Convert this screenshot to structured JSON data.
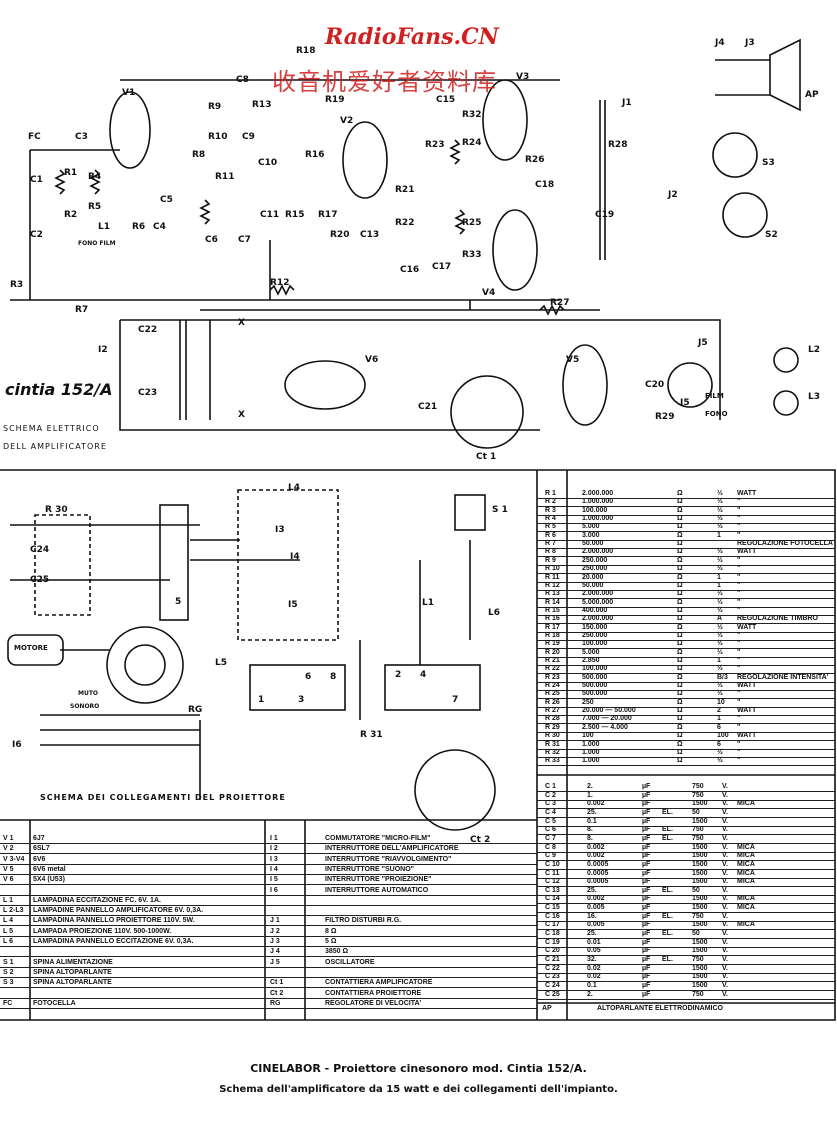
{
  "watermark": {
    "site": "RadioFans.CN",
    "chinese": "收音机爱好者资料库"
  },
  "schematic": {
    "title": "cintia 152/A",
    "subtitle1": "SCHEMA ELETTRICO",
    "subtitle2": "DELL AMPLIFICATORE",
    "labels": [
      "V1",
      "V2",
      "V3",
      "V4",
      "V5",
      "V6",
      "FC",
      "C3",
      "R1",
      "R2",
      "R4",
      "R5",
      "L1",
      "FONO FILM",
      "C1",
      "C2",
      "R3",
      "R7",
      "R6",
      "C4",
      "C5",
      "R8",
      "R9",
      "R10",
      "R11",
      "C6",
      "C7",
      "C8",
      "C9",
      "C10",
      "R13",
      "R18",
      "C11",
      "R15",
      "R16",
      "R17",
      "R19",
      "R20",
      "C13",
      "R21",
      "R22",
      "C16",
      "R23",
      "R24",
      "C15",
      "R32",
      "R26",
      "C18",
      "R25",
      "C17",
      "R33",
      "R12",
      "R27",
      "R28",
      "C19",
      "J1",
      "J2",
      "J3",
      "J4",
      "AP",
      "S3",
      "S2",
      "C22",
      "C23",
      "I2",
      "C21",
      "Ct 1",
      "J5",
      "C20",
      "R29",
      "FILM",
      "FONO",
      "I5",
      "L2",
      "L3",
      "X",
      "X"
    ]
  },
  "connections": {
    "title": "SCHEMA DEI COLLEGAMENTI DEL PROIETTORE",
    "labels": [
      "R 30",
      "C24",
      "C25",
      "MOTORE",
      "RG",
      "MUTO",
      "SONORO",
      "I6",
      "L4",
      "I3",
      "I4",
      "I5",
      "L5",
      "L1",
      "L6",
      "S 1",
      "R 31",
      "Ct 2",
      "1",
      "2",
      "3",
      "4",
      "5",
      "6",
      "7",
      "8"
    ]
  },
  "parts_table": {
    "resistors": [
      [
        "R 1",
        "2.000.000",
        "Ω",
        "½",
        "WATT"
      ],
      [
        "R 2",
        "1.000.000",
        "Ω",
        "½",
        "\""
      ],
      [
        "R 3",
        "100.000",
        "Ω",
        "½",
        "\""
      ],
      [
        "R 4",
        "1.000.000",
        "Ω",
        "½",
        "\""
      ],
      [
        "R 5",
        "5.000",
        "Ω",
        "½",
        "\""
      ],
      [
        "R 6",
        "3.000",
        "Ω",
        "1",
        "\""
      ],
      [
        "R 7",
        "50.000",
        "Ω",
        "",
        "REGOLAZIONE FOTOCELLA"
      ],
      [
        "R 8",
        "2.000.000",
        "Ω",
        "½",
        "WATT"
      ],
      [
        "R 9",
        "250.000",
        "Ω",
        "½",
        "\""
      ],
      [
        "R 10",
        "250.000",
        "Ω",
        "½",
        "\""
      ],
      [
        "R 11",
        "20.000",
        "Ω",
        "1",
        "\""
      ],
      [
        "R 12",
        "50.000",
        "Ω",
        "1",
        "\""
      ],
      [
        "R 13",
        "2.000.000",
        "Ω",
        "½",
        "\""
      ],
      [
        "R 14",
        "5.000.000",
        "Ω",
        "½",
        "\""
      ],
      [
        "R 15",
        "400.000",
        "Ω",
        "½",
        "\""
      ],
      [
        "R 16",
        "2.000.000",
        "Ω",
        "A",
        "REGOLAZIONE TIMBRO"
      ],
      [
        "R 17",
        "150.000",
        "Ω",
        "½",
        "WATT"
      ],
      [
        "R 18",
        "250.000",
        "Ω",
        "½",
        "\""
      ],
      [
        "R 19",
        "100.000",
        "Ω",
        "½",
        "\""
      ],
      [
        "R 20",
        "5.000",
        "Ω",
        "½",
        "\""
      ],
      [
        "R 21",
        "2.850",
        "Ω",
        "1",
        "\""
      ],
      [
        "R 22",
        "100.000",
        "Ω",
        "½",
        "\""
      ],
      [
        "R 23",
        "500.000",
        "Ω",
        "B/3",
        "REGOLAZIONE INTENSITA'"
      ],
      [
        "R 24",
        "500.000",
        "Ω",
        "½",
        "WATT"
      ],
      [
        "R 25",
        "500.000",
        "Ω",
        "½",
        "\""
      ],
      [
        "R 26",
        "250",
        "Ω",
        "10",
        "\""
      ],
      [
        "R 27",
        "20.000 — 50.000",
        "Ω",
        "2",
        "WATT"
      ],
      [
        "R 28",
        "7.000 — 20.000",
        "Ω",
        "1",
        "\""
      ],
      [
        "R 29",
        "2.500 — 4.000",
        "Ω",
        "6",
        "\""
      ],
      [
        "R 30",
        "100",
        "Ω",
        "100",
        "WATT"
      ],
      [
        "R 31",
        "1.000",
        "Ω",
        "6",
        "\""
      ],
      [
        "R 32",
        "1.000",
        "Ω",
        "½",
        "\""
      ],
      [
        "R 33",
        "1.000",
        "Ω",
        "½",
        "\""
      ]
    ],
    "capacitors": [
      [
        "C 1",
        "2.",
        "µF",
        "",
        "750",
        "V.",
        ""
      ],
      [
        "C 2",
        "1.",
        "µF",
        "",
        "750",
        "V.",
        ""
      ],
      [
        "C 3",
        "0.002",
        "µF",
        "",
        "1500",
        "V.",
        "MICA"
      ],
      [
        "C 4",
        "25.",
        "µF",
        "EL.",
        "50",
        "V.",
        ""
      ],
      [
        "C 5",
        "0.1",
        "µF",
        "",
        "1500",
        "V.",
        ""
      ],
      [
        "C 6",
        "8.",
        "µF",
        "EL.",
        "750",
        "V.",
        ""
      ],
      [
        "C 7",
        "8.",
        "µF",
        "EL.",
        "750",
        "V.",
        ""
      ],
      [
        "C 8",
        "0.002",
        "µF",
        "",
        "1500",
        "V.",
        "MICA"
      ],
      [
        "C 9",
        "0.002",
        "µF",
        "",
        "1500",
        "V.",
        "MICA"
      ],
      [
        "C 10",
        "0.0005",
        "µF",
        "",
        "1500",
        "V.",
        "MICA"
      ],
      [
        "C 11",
        "0.0005",
        "µF",
        "",
        "1500",
        "V.",
        "MICA"
      ],
      [
        "C 12",
        "0.0005",
        "µF",
        "",
        "1500",
        "V.",
        "MICA"
      ],
      [
        "C 13",
        "25.",
        "µF",
        "EL.",
        "50",
        "V.",
        ""
      ],
      [
        "C 14",
        "0.002",
        "µF",
        "",
        "1500",
        "V.",
        "MICA"
      ],
      [
        "C 15",
        "0.005",
        "µF",
        "",
        "1500",
        "V.",
        "MICA"
      ],
      [
        "C 16",
        "16.",
        "µF",
        "EL.",
        "750",
        "V.",
        ""
      ],
      [
        "C 17",
        "0.005",
        "µF",
        "",
        "1500",
        "V.",
        "MICA"
      ],
      [
        "C 18",
        "25.",
        "µF",
        "EL.",
        "50",
        "V.",
        ""
      ],
      [
        "C 19",
        "0.01",
        "µF",
        "",
        "1500",
        "V.",
        ""
      ],
      [
        "C 20",
        "0.05",
        "µF",
        "",
        "1500",
        "V.",
        ""
      ],
      [
        "C 21",
        "32.",
        "µF",
        "EL.",
        "750",
        "V.",
        ""
      ],
      [
        "C 22",
        "0.02",
        "µF",
        "",
        "1500",
        "V.",
        ""
      ],
      [
        "C 23",
        "0.02",
        "µF",
        "",
        "1500",
        "V.",
        ""
      ],
      [
        "C 24",
        "0.1",
        "µF",
        "",
        "1500",
        "V.",
        ""
      ],
      [
        "C 25",
        "2.",
        "µF",
        "",
        "750",
        "V.",
        ""
      ]
    ],
    "speaker": [
      "AP",
      "ALTOPARLANTE ELETTRODINAMICO"
    ]
  },
  "legend_table": {
    "left": [
      [
        "V 1",
        "6J7"
      ],
      [
        "V 2",
        "6SL7"
      ],
      [
        "V 3-V4",
        "6V6"
      ],
      [
        "V 5",
        "6V6 metal"
      ],
      [
        "V 6",
        "5X4 (U53)"
      ],
      [
        "",
        ""
      ],
      [
        "L 1",
        "LAMPADINA ECCITAZIONE FC.   6V. 1A."
      ],
      [
        "L 2-L3",
        "LAMPADINE PANNELLO AMPLIFICATORE  6V. 0,3A."
      ],
      [
        "L 4",
        "LAMPADINA PANNELLO PROIETTORE  110V. 5W."
      ],
      [
        "L 5",
        "LAMPADA PROIEZIONE  110V. 500-1000W."
      ],
      [
        "L 6",
        "LAMPADINA PANNELLO ECCITAZIONE  6V. 0,3A."
      ],
      [
        "",
        ""
      ],
      [
        "S 1",
        "SPINA ALIMENTAZIONE"
      ],
      [
        "S 2",
        "SPINA ALTOPARLANTE"
      ],
      [
        "S 3",
        "SPINA ALTOPARLANTE"
      ],
      [
        "",
        ""
      ],
      [
        "FC",
        "FOTOCELLA"
      ]
    ],
    "right": [
      [
        "I 1",
        "COMMUTATORE \"MICRO-FILM\""
      ],
      [
        "I 2",
        "INTERRUTTORE DELL'AMPLIFICATORE"
      ],
      [
        "I 3",
        "INTERRUTTORE \"RIAVVOLGIMENTO\""
      ],
      [
        "I 4",
        "INTERRUTTORE \"SUONO\""
      ],
      [
        "I 5",
        "INTERRUTTORE \"PROIEZIONE\""
      ],
      [
        "I 6",
        "INTERRUTTORE AUTOMATICO"
      ],
      [
        "",
        ""
      ],
      [
        "",
        ""
      ],
      [
        "J 1",
        "FILTRO DISTURBI R.G."
      ],
      [
        "J 2",
        "8 Ω"
      ],
      [
        "J 3",
        "5 Ω"
      ],
      [
        "J 4",
        "3850 Ω"
      ],
      [
        "J 5",
        "OSCILLATORE"
      ],
      [
        "",
        ""
      ],
      [
        "Ct 1",
        "CONTATTIERA AMPLIFICATORE"
      ],
      [
        "Ct 2",
        "CONTATTIERA PROIETTORE"
      ],
      [
        "RG",
        "REGOLATORE DI VELOCITA'"
      ]
    ]
  },
  "caption": {
    "line1": "CINELABOR - Proiettore cinesonoro mod. Cintia 152/A.",
    "line2": "Schema dell'amplificatore da 15 watt e dei collegamenti dell'impianto."
  }
}
